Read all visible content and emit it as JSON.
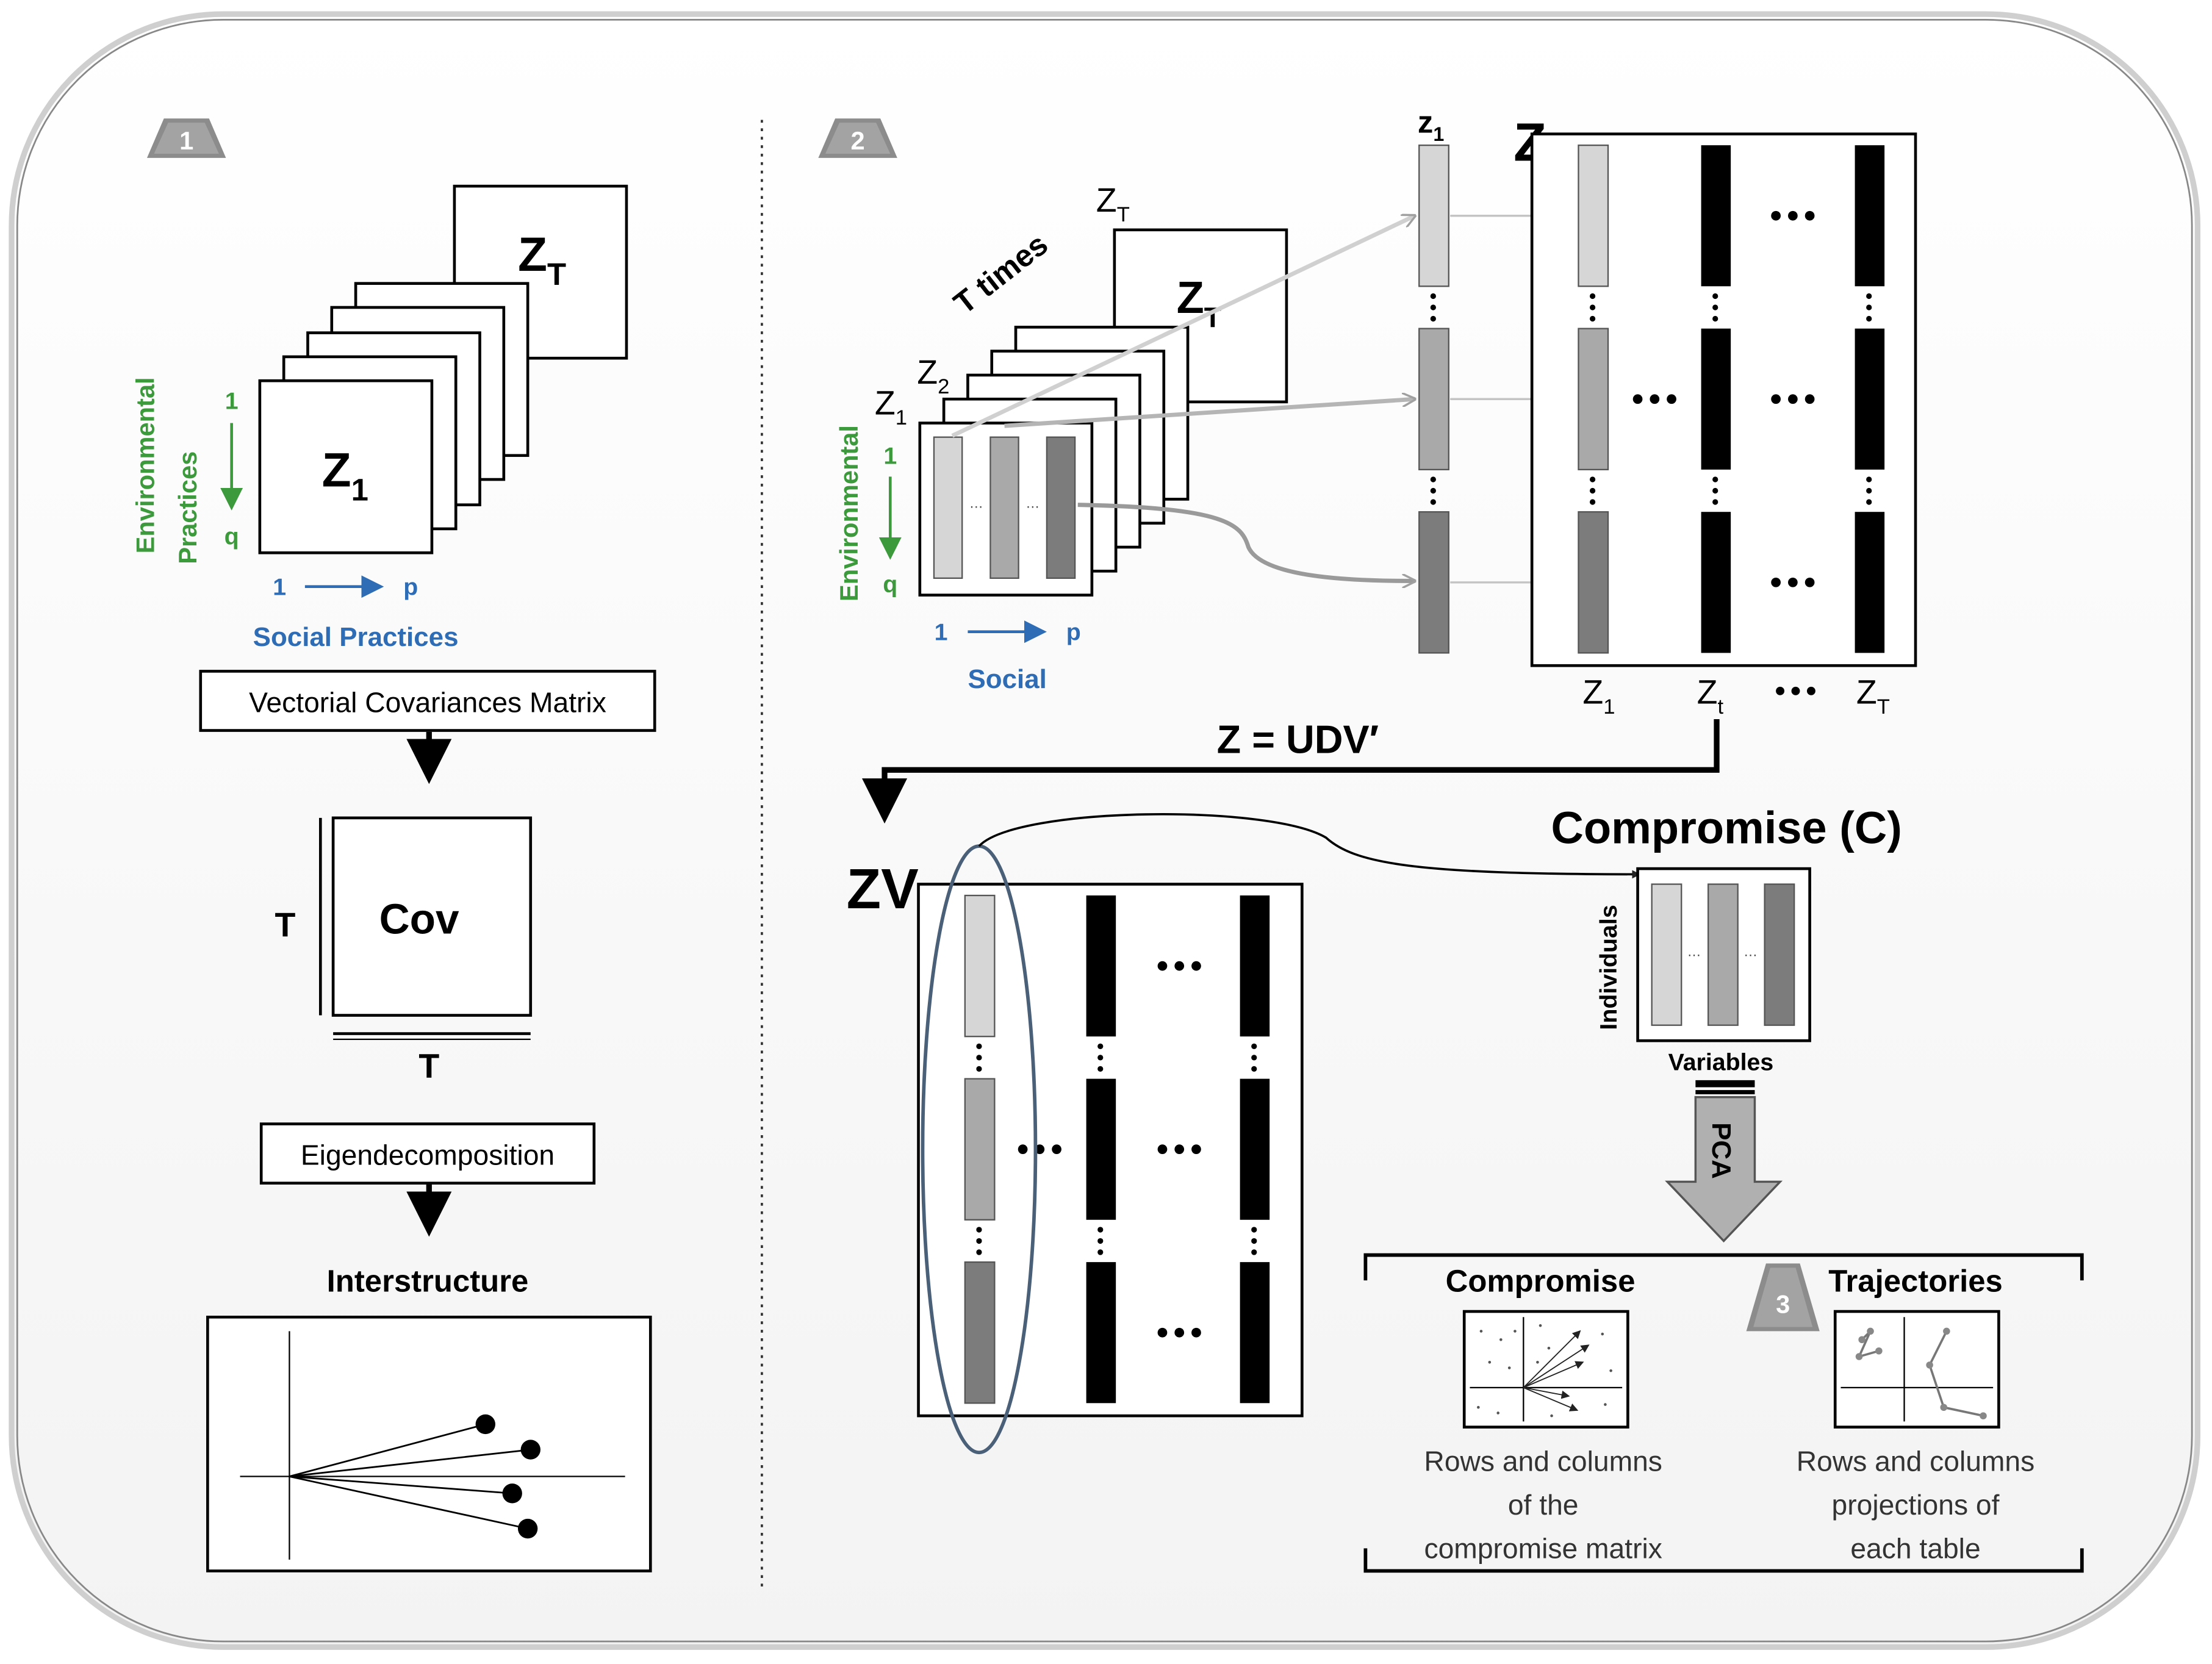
{
  "colors": {
    "green": "#3c9a3c",
    "blue": "#2e6db5",
    "badge": "#8c8c8c",
    "light_gray": "#d6d6d6",
    "mid_gray": "#a9a9a9",
    "dark_gray": "#7c7c7c",
    "black": "#000000",
    "oval": "#4a5f78"
  },
  "badges": {
    "one": "1",
    "two": "2",
    "three": "3"
  },
  "panel1": {
    "stack_top_label": "Z_T",
    "stack_front_label": "Z_1",
    "y_axis": {
      "start": "1",
      "end": "q",
      "label_line1": "Environmental",
      "label_line2": "Practices"
    },
    "x_axis": {
      "start": "1",
      "end": "p",
      "label": "Social Practices"
    },
    "box_vcm": "Vectorial Covariances Matrix",
    "cov_label": "Cov",
    "cov_row_label": "T",
    "cov_col_label": "T",
    "box_eigen": "Eigendecomposition",
    "interstructure_title": "Interstructure"
  },
  "panel2": {
    "t_times": "T times",
    "label_zt_top": "Z_T",
    "label_zt_front": "Z_T",
    "label_z2": "Z_2",
    "label_z1": "Z_1",
    "y_axis": {
      "start": "1",
      "end": "q",
      "label": "Environmental"
    },
    "x_axis": {
      "start": "1",
      "end": "p",
      "label": "Social"
    },
    "column_label": "z_1",
    "big_z": "Z",
    "col_labels": [
      "Z_1",
      "Z_t",
      "•••",
      "Z_T"
    ],
    "ellipsis": "•••",
    "svd_equation": "Z = UDV′",
    "zv_label": "ZV",
    "compromise_title": "Compromise (C)",
    "individuals": "Individuals",
    "variables": "Variables",
    "pca": "PCA",
    "compromise_sub": "Compromise",
    "trajectories_sub": "Trajectories",
    "compromise_caption": [
      "Rows and columns",
      "of the",
      "compromise matrix"
    ],
    "trajectories_caption": [
      "Rows and columns",
      "projections of",
      "each table"
    ]
  }
}
